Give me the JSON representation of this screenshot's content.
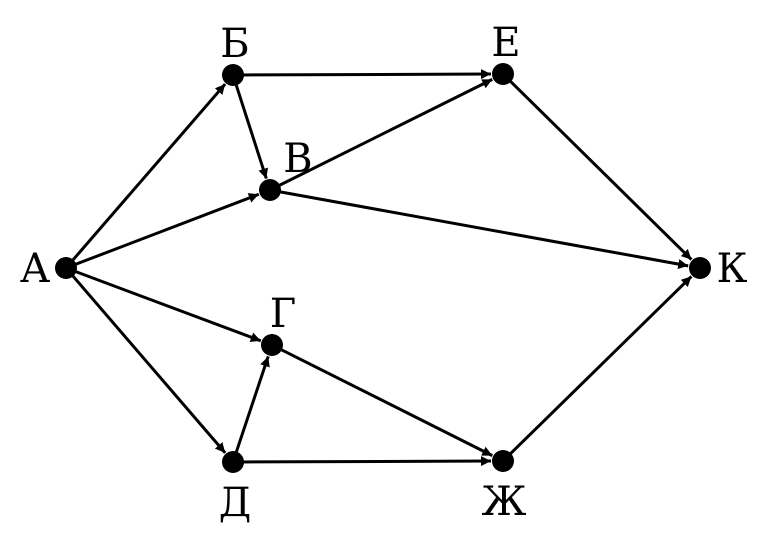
{
  "graph": {
    "colors": {
      "line": "#000000",
      "node": "#000000",
      "background": "#ffffff"
    },
    "nodes": [
      {
        "id": "A",
        "label": "А"
      },
      {
        "id": "B",
        "label": "Б"
      },
      {
        "id": "V",
        "label": "В"
      },
      {
        "id": "G",
        "label": "Г"
      },
      {
        "id": "D",
        "label": "Д"
      },
      {
        "id": "E",
        "label": "Е"
      },
      {
        "id": "Zh",
        "label": "Ж"
      },
      {
        "id": "K",
        "label": "К"
      }
    ],
    "edges": [
      {
        "from": "A",
        "to": "B"
      },
      {
        "from": "A",
        "to": "V"
      },
      {
        "from": "A",
        "to": "G"
      },
      {
        "from": "A",
        "to": "D"
      },
      {
        "from": "B",
        "to": "E"
      },
      {
        "from": "B",
        "to": "V"
      },
      {
        "from": "V",
        "to": "E"
      },
      {
        "from": "V",
        "to": "K"
      },
      {
        "from": "D",
        "to": "G"
      },
      {
        "from": "D",
        "to": "Zh"
      },
      {
        "from": "G",
        "to": "Zh"
      },
      {
        "from": "E",
        "to": "K"
      },
      {
        "from": "Zh",
        "to": "K"
      }
    ]
  }
}
